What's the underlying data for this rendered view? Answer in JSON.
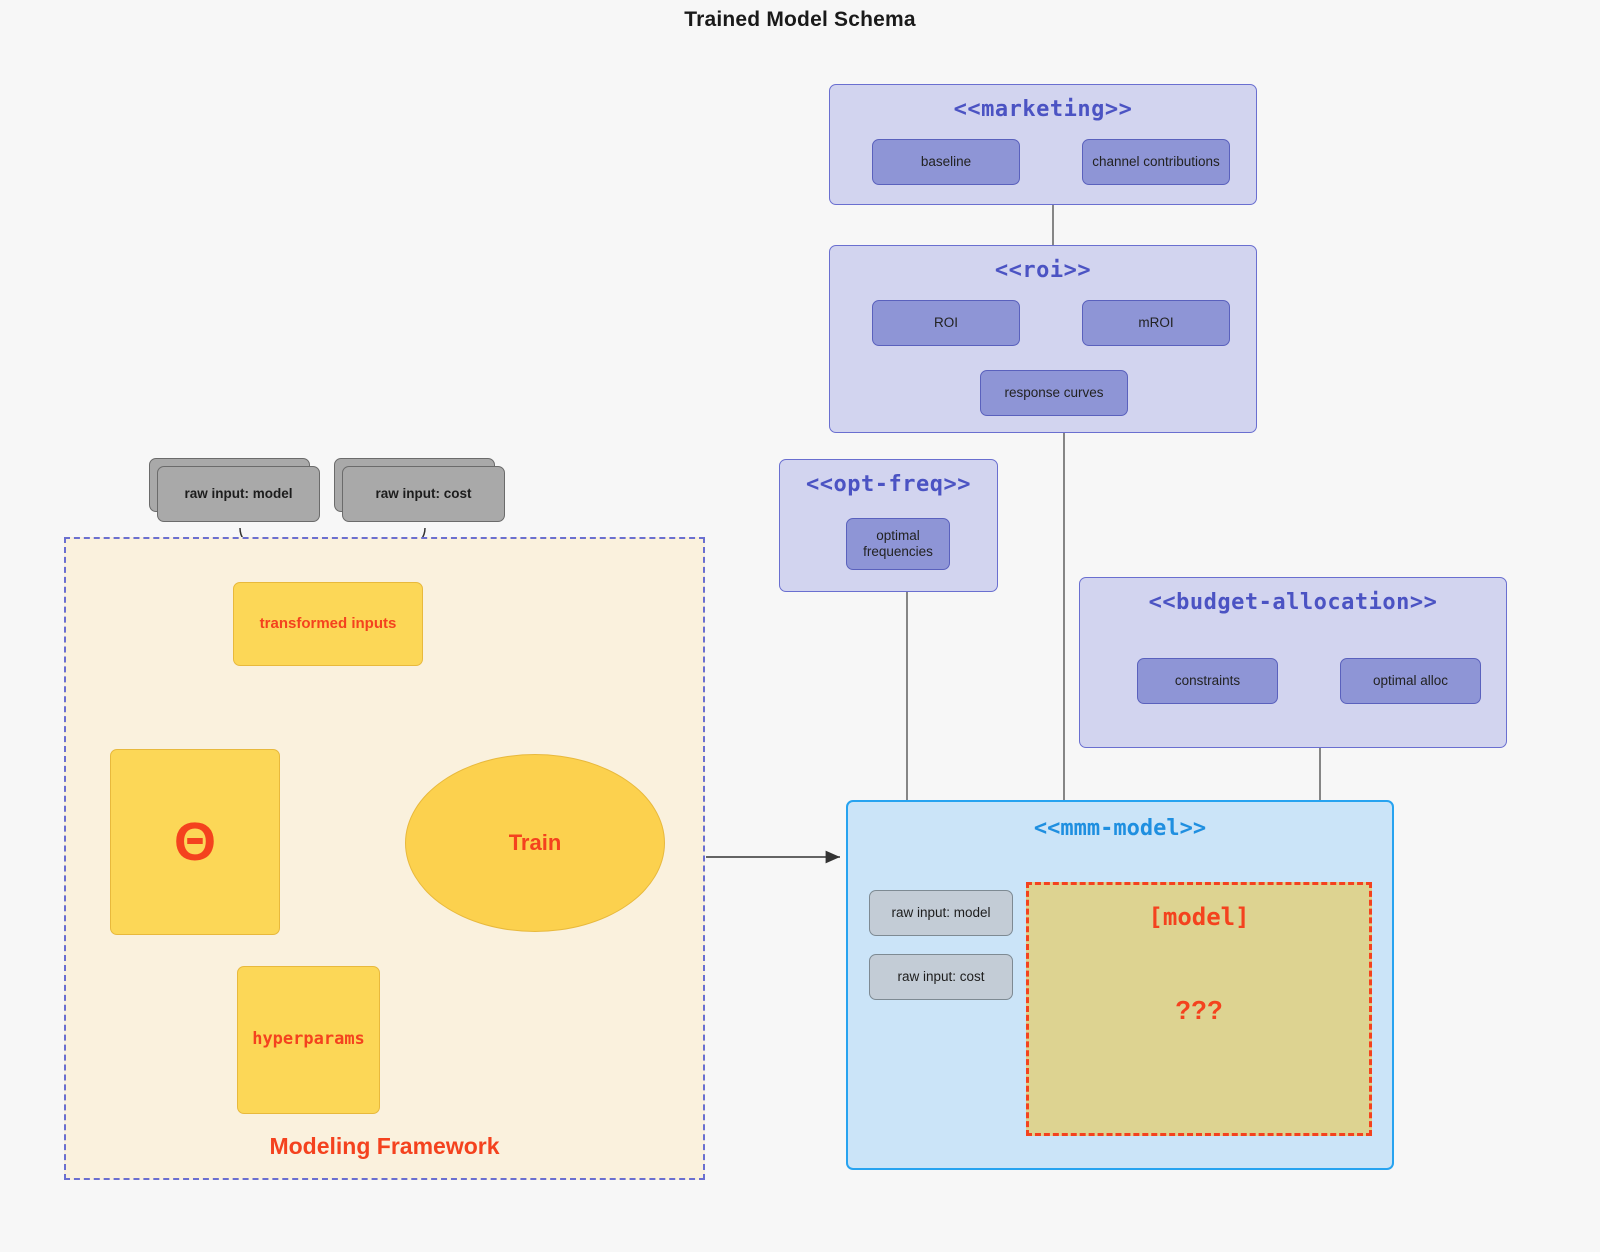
{
  "title": "Trained Model Schema",
  "packages": {
    "marketing": {
      "label": "<<marketing>>",
      "nodes": [
        {
          "label": "baseline"
        },
        {
          "label": "channel contributions"
        }
      ]
    },
    "roi": {
      "label": "<<roi>>",
      "nodes": [
        {
          "label": "ROI"
        },
        {
          "label": "mROI"
        },
        {
          "label": "response curves"
        }
      ]
    },
    "opt_freq": {
      "label": "<<opt-freq>>",
      "nodes": [
        {
          "label": "optimal frequencies"
        }
      ]
    },
    "budget_allocation": {
      "label": "<<budget-allocation>>",
      "nodes": [
        {
          "label": "constraints"
        },
        {
          "label": "optimal alloc"
        }
      ]
    },
    "mmm_model": {
      "label": "<<mmm-model>>",
      "inputs": [
        {
          "label": "raw input: model"
        },
        {
          "label": "raw input: cost"
        }
      ],
      "slot": {
        "label": "[model]",
        "unknown": "???"
      }
    }
  },
  "framework": {
    "label": "Modeling Framework",
    "raw_inputs": [
      {
        "label": "raw input: model"
      },
      {
        "label": "raw input: cost"
      }
    ],
    "transformed": {
      "label": "transformed inputs"
    },
    "theta": {
      "label": "Θ"
    },
    "hyperparams": {
      "label": "hyperparams"
    },
    "train": {
      "label": "Train"
    }
  },
  "colors": {
    "package_fill": "#d2d4ef",
    "package_stroke": "#6a6fd0",
    "package_title": "#4b53c3",
    "card_purple_fill": "#8e95d6",
    "card_grey_fill": "#a9a9a9",
    "framework_fill": "#faf1dd",
    "accent_red": "#f4421e",
    "yellow_fill": "#fcd757",
    "mmm_fill": "#cbe4f8",
    "mmm_stroke": "#27a3f0",
    "slot_fill": "#ddd391",
    "background": "#f7f7f7"
  }
}
